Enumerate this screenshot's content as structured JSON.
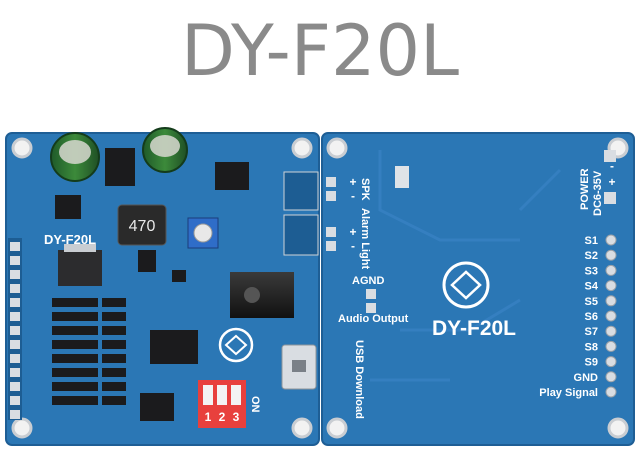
{
  "title": "DY-F20L",
  "front_board": {
    "label": "DY-F20L",
    "inductor": "470",
    "dip_switch_on": "ON",
    "dip_switch_numbers": [
      "1",
      "2",
      "3"
    ]
  },
  "back_board": {
    "model": "DY-F20L",
    "power_label": "POWER",
    "power_voltage": "DC6-35V",
    "spk_label": "SPK",
    "alarm_light_label": "Alarm Light",
    "agnd_label": "AGND",
    "audio_output_label": "Audio Output",
    "usb_label": "USB Download",
    "pins": [
      "S1",
      "S2",
      "S3",
      "S4",
      "S5",
      "S6",
      "S7",
      "S8",
      "S9",
      "GND",
      "Play Signal"
    ],
    "polarity": [
      "+",
      "-",
      "+",
      "-",
      "+",
      "-"
    ]
  },
  "colors": {
    "pcb_blue": "#2b77b5",
    "pcb_dark": "#1e5e95",
    "title_gray": "#8a8a8a",
    "pad_silver": "#d9dde2",
    "chip_black": "#1b1b1d",
    "dip_red": "#e8403d"
  }
}
